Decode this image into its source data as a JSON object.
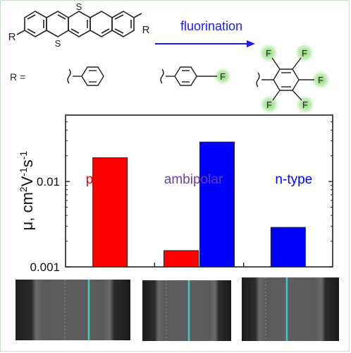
{
  "scheme": {
    "arrow_label": "fluorination",
    "r_label": "R",
    "r_label_2": "R",
    "s_label_top": "S",
    "s_label_bottom": "S",
    "r_eq_label": "R =",
    "f_atom_label": "F",
    "pf_labels": [
      "F",
      "F",
      "F",
      "F",
      "F"
    ],
    "arrow_color": "#1a1aff",
    "glow_color": "#7fd36a"
  },
  "chart_data": {
    "type": "bar",
    "ylabel": "μ, cm²V⁻¹s⁻¹",
    "ylabel_parts": {
      "mu": "μ, cm",
      "sup1": "2",
      "v": "V",
      "sup2": "-1",
      "s": "s",
      "sup3": "-1"
    },
    "yscale": "log",
    "ylim": [
      0.001,
      0.06
    ],
    "yticks": [
      0.001,
      0.01
    ],
    "ytick_labels": [
      "0.001",
      "0.01"
    ],
    "groups": [
      "p-type",
      "ambipolar",
      "n-type"
    ],
    "group_colors": [
      "#ff0000",
      "#6a3fa0",
      "#0000ff"
    ],
    "series": [
      {
        "color": "#ff0000",
        "values": [
          0.019,
          0.00155,
          null
        ]
      },
      {
        "color": "#0000ff",
        "values": [
          null,
          0.029,
          0.0029
        ]
      }
    ]
  },
  "micrographs": {
    "count": 3
  }
}
